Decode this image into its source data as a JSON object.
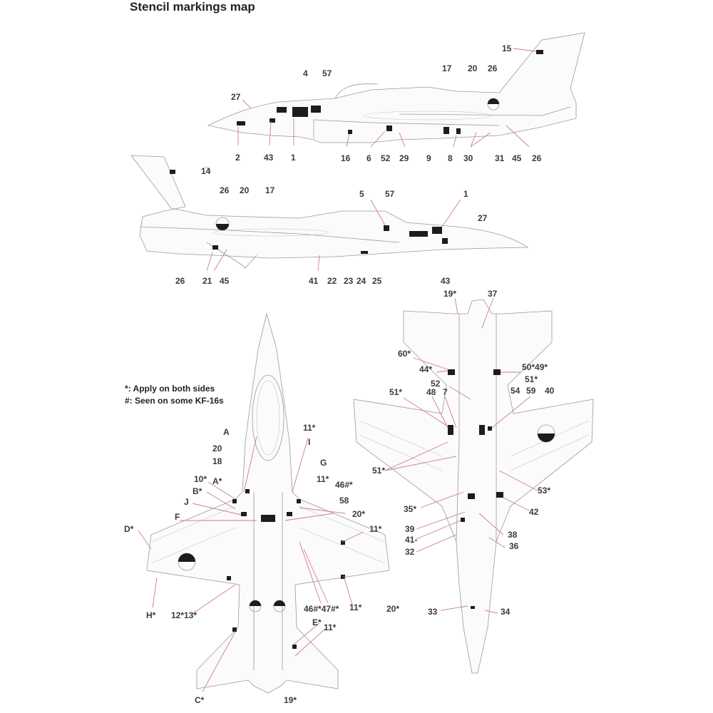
{
  "title": "Stencil markings map",
  "notes": {
    "apply_both_sides": "*: Apply on both sides",
    "seen_on_some": "#: Seen on some KF-16s"
  },
  "colors": {
    "outline": "#9a9a9a",
    "leader": "#d07a9a",
    "text": "#3a3a3a",
    "stencil": "#1c1c1c"
  },
  "views": {
    "side_left": {
      "callouts": [
        "15",
        "27",
        "4",
        "57",
        "17",
        "20",
        "26",
        "2",
        "43",
        "1",
        "16",
        "6",
        "52",
        "29",
        "9",
        "8",
        "30",
        "31",
        "45",
        "26"
      ]
    },
    "side_right": {
      "callouts": [
        "14",
        "26",
        "20",
        "17",
        "5",
        "57",
        "1",
        "27",
        "26",
        "21",
        "45",
        "41",
        "22",
        "23",
        "24",
        "25",
        "43"
      ]
    },
    "top": {
      "callouts": [
        "11*",
        "I",
        "A",
        "20",
        "18",
        "G",
        "11*",
        "46#*",
        "10*",
        "A*",
        "B*",
        "J",
        "58",
        "20*",
        "F",
        "D*",
        "11*",
        "H*",
        "12*13*",
        "46#*47#*",
        "11*",
        "20*",
        "E*",
        "11*",
        "C*",
        "19*"
      ]
    },
    "bottom": {
      "callouts": [
        "19*",
        "37",
        "60*",
        "44*",
        "50*49*",
        "51*",
        "52",
        "51*",
        "48",
        "7",
        "54",
        "59",
        "40",
        "51*",
        "53*",
        "35*",
        "42",
        "39",
        "41-",
        "38",
        "32",
        "36",
        "33",
        "34"
      ]
    }
  }
}
